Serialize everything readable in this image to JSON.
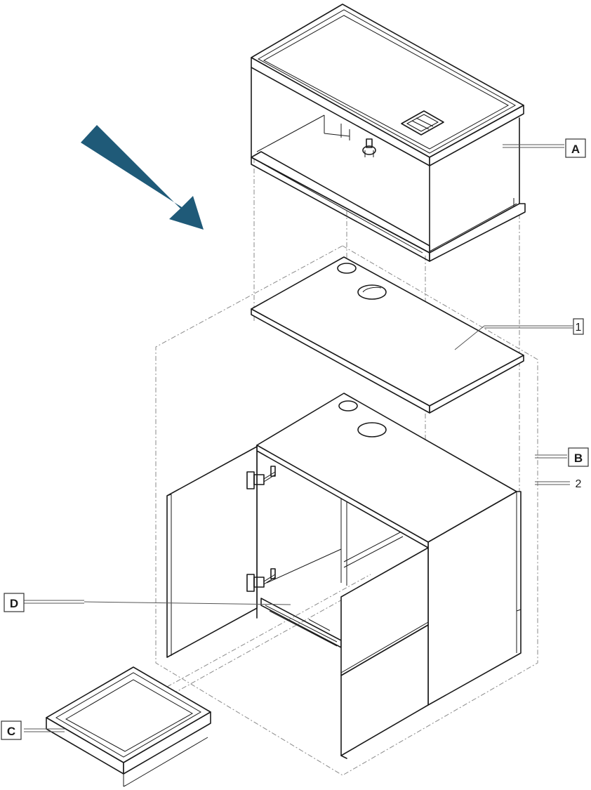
{
  "callouts": {
    "a": "A",
    "b": "B",
    "c": "C",
    "d": "D"
  },
  "parts": {
    "p1": "1",
    "p2": "2"
  },
  "colors": {
    "arrow": "#1f5a78",
    "line": "#1a1a1a",
    "dash": "#8a8a8a"
  },
  "icons": [
    "direction-arrow-icon",
    "hinge-icon"
  ]
}
